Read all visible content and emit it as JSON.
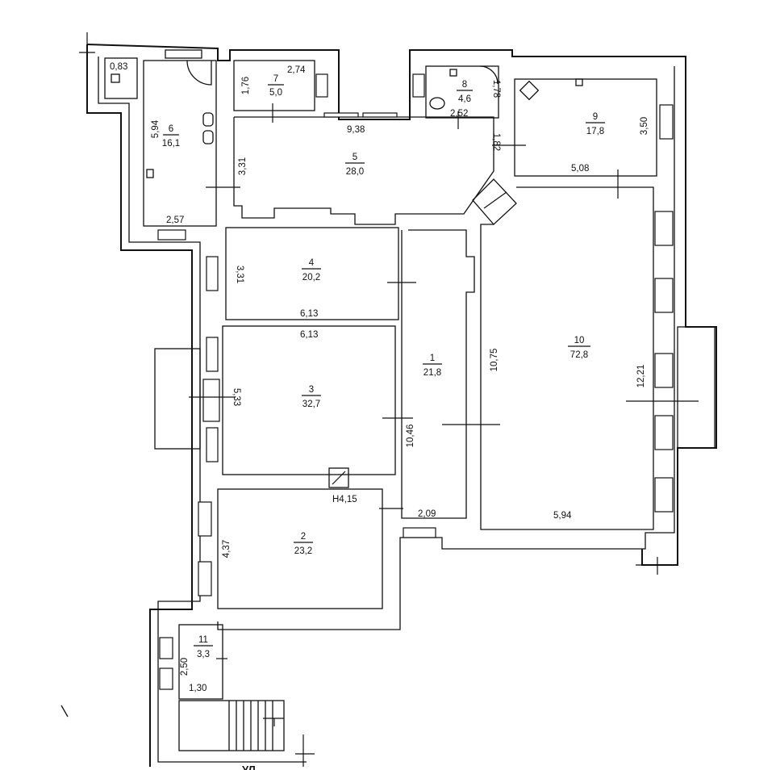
{
  "plan": {
    "rooms": [
      {
        "id": "room-1",
        "number": "1",
        "area": "21,8"
      },
      {
        "id": "room-2",
        "number": "2",
        "area": "23,2"
      },
      {
        "id": "room-3",
        "number": "3",
        "area": "32,7"
      },
      {
        "id": "room-4",
        "number": "4",
        "area": "20,2"
      },
      {
        "id": "room-5",
        "number": "5",
        "area": "28,0"
      },
      {
        "id": "room-6",
        "number": "6",
        "area": "16,1"
      },
      {
        "id": "room-7",
        "number": "7",
        "area": "5,0"
      },
      {
        "id": "room-8",
        "number": "8",
        "area": "4,6"
      },
      {
        "id": "room-9",
        "number": "9",
        "area": "17,8"
      },
      {
        "id": "room-10",
        "number": "10",
        "area": "72,8"
      },
      {
        "id": "room-11",
        "number": "11",
        "area": "3,3"
      }
    ],
    "dimensions": [
      "0,83",
      "5,94",
      "2,57",
      "1,76",
      "2,74",
      "9,38",
      "3,31",
      "2,52",
      "1,78",
      "1,82",
      "3,50",
      "5,08",
      "3,31",
      "6,13",
      "6,13",
      "5,33",
      "10,75",
      "10,46",
      "12,21",
      "H4,15",
      "2,09",
      "5,94",
      "4,37",
      "2,50",
      "1,30"
    ],
    "bottom_text": "УЛ..."
  }
}
